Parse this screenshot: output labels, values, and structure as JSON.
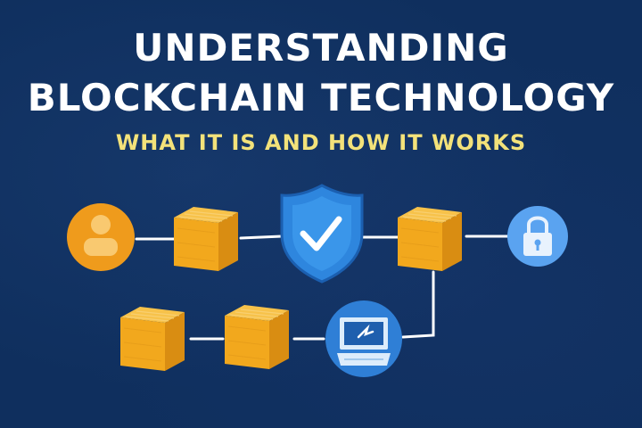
{
  "header": {
    "title_line1": "UNDERSTANDING",
    "title_line2": "BLOCKCHAIN TECHNOLOGY",
    "subtitle": "WHAT IT IS AND HOW IT WORKS"
  },
  "colors": {
    "background": "#0f2f5e",
    "title": "#ffffff",
    "subtitle": "#f3e27a",
    "block": "#f2a81d",
    "user_circle": "#ef9b1c",
    "shield": "#2e86de",
    "lock_circle": "#5aa3f0",
    "computer_circle": "#2f7fd6",
    "connector": "#ffffff"
  },
  "diagram": {
    "nodes": [
      {
        "id": "user",
        "icon": "user-icon"
      },
      {
        "id": "block1",
        "icon": "cube-icon"
      },
      {
        "id": "shield",
        "icon": "shield-check-icon"
      },
      {
        "id": "block2",
        "icon": "cube-icon"
      },
      {
        "id": "lock",
        "icon": "lock-icon"
      },
      {
        "id": "computer",
        "icon": "computer-icon"
      },
      {
        "id": "block3",
        "icon": "cube-icon"
      },
      {
        "id": "block4",
        "icon": "cube-icon"
      }
    ]
  }
}
